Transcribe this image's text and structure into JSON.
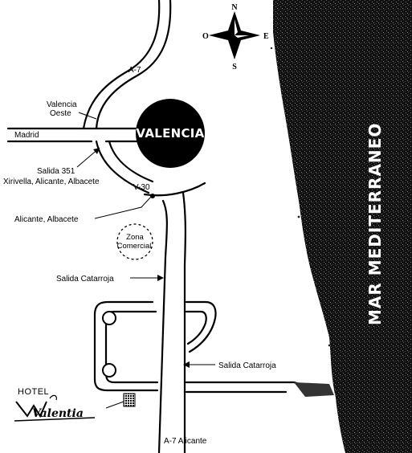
{
  "map": {
    "city": "VALENCIA",
    "sea": "MAR MEDITERRANEO",
    "compass": {
      "n": "N",
      "s": "S",
      "e": "E",
      "o": "O"
    },
    "roads": {
      "a7_north": "A-7",
      "v30": "V-30",
      "a7_south": "A-7 Alicante"
    },
    "labels": {
      "valencia_oeste_1": "Valencia",
      "valencia_oeste_2": "Oeste",
      "madrid": "Madrid",
      "salida_351_1": "Salida 351",
      "salida_351_2": "Xirivella, Alicante, Albacete",
      "alicante_albacete": "Alicante, Albacete",
      "zona_1": "Zona",
      "zona_2": "Comercial",
      "salida_catarroja_left": "Salida Catarroja",
      "salida_catarroja_right": "Salida Catarroja"
    },
    "hotel": {
      "label": "HOTEL",
      "brand": "Valentia"
    },
    "colors": {
      "sea": "#1a1a1a",
      "roads": "#000000",
      "background": "#ffffff"
    }
  }
}
